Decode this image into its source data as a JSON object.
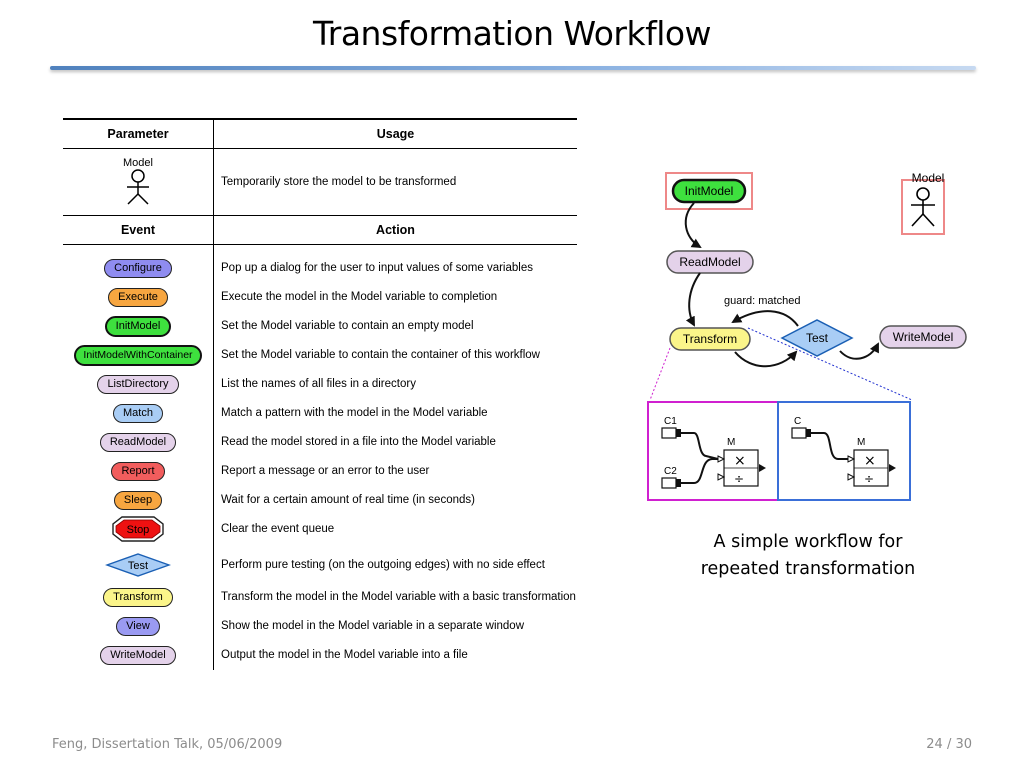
{
  "slide": {
    "title": "Transformation Workflow",
    "footer_left": "Feng, Dissertation Talk, 05/06/2009",
    "page": "24 / 30",
    "caption_line1": "A simple workflow for",
    "caption_line2": "repeated transformation"
  },
  "table": {
    "param_header": "Parameter",
    "usage_header": "Usage",
    "param_name": "Model",
    "param_usage": "Temporarily store the model to be transformed",
    "event_header": "Event",
    "action_header": "Action",
    "rows": [
      {
        "event": "Configure",
        "action": "Pop up a dialog for the user to input values of some variables",
        "color": "#8f8cf0"
      },
      {
        "event": "Execute",
        "action": "Execute the model in the Model variable to completion",
        "color": "#f7a640"
      },
      {
        "event": "InitModel",
        "action": "Set the Model variable to contain an empty model",
        "color": "#3ee03e"
      },
      {
        "event": "InitModelWithContainer",
        "action": "Set the Model variable to contain the container of this workflow",
        "color": "#3ee03e"
      },
      {
        "event": "ListDirectory",
        "action": "List the names of all files in a directory",
        "color": "#e4d2ea"
      },
      {
        "event": "Match",
        "action": "Match a pattern with the model in the Model variable",
        "color": "#a9cdf5"
      },
      {
        "event": "ReadModel",
        "action": "Read the model stored in a file into the Model variable",
        "color": "#e4d2ea"
      },
      {
        "event": "Report",
        "action": "Report a message or an error to the user",
        "color": "#f25d5d"
      },
      {
        "event": "Sleep",
        "action": "Wait for a certain amount of real time (in seconds)",
        "color": "#f7a640"
      },
      {
        "event": "Stop",
        "action": "Clear the event queue",
        "color": "#ee1111"
      },
      {
        "event": "Test",
        "action": "Perform pure testing (on the outgoing edges) with no side effect",
        "color": "#a9cdf5"
      },
      {
        "event": "Transform",
        "action": "Transform the model in the Model variable with a basic transformation",
        "color": "#fbf58a"
      },
      {
        "event": "View",
        "action": "Show the model in the Model variable in a separate window",
        "color": "#9a9af2"
      },
      {
        "event": "WriteModel",
        "action": "Output the model in the Model variable into a file",
        "color": "#e4d2ea"
      }
    ]
  },
  "workflow": {
    "init": "InitModel",
    "read": "ReadModel",
    "transform": "Transform",
    "test": "Test",
    "write": "WriteModel",
    "model": "Model",
    "guard": "guard: matched",
    "c1": "C1",
    "c2": "C2",
    "c": "C",
    "m1": "M",
    "m2": "M"
  }
}
